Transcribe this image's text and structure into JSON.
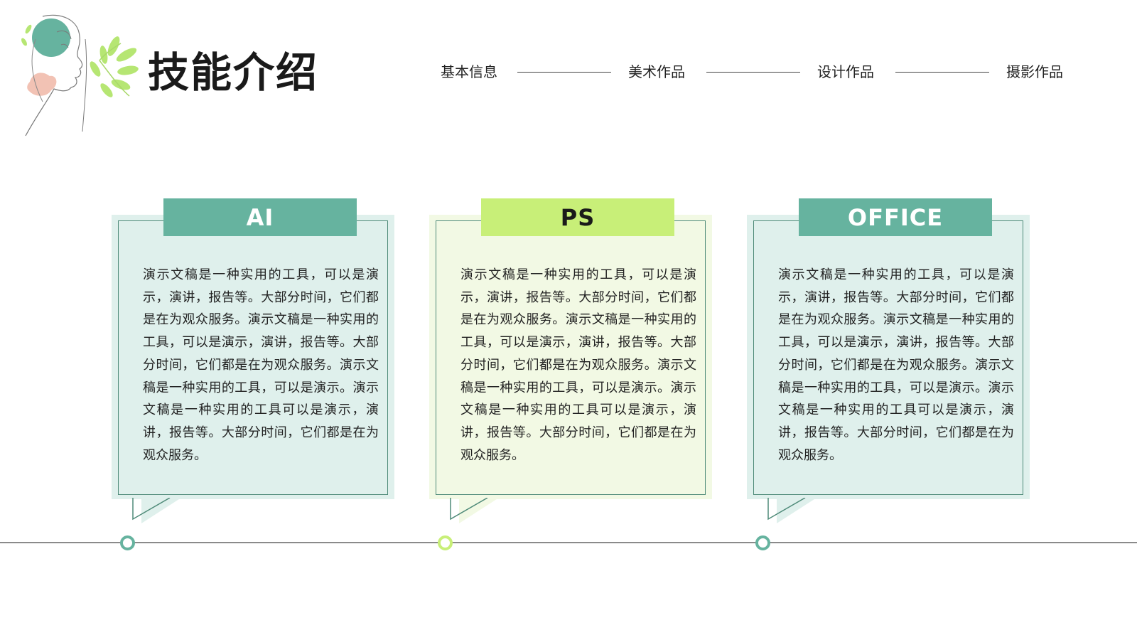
{
  "header": {
    "title": "技能介绍"
  },
  "nav": {
    "items": [
      {
        "label": "基本信息"
      },
      {
        "label": "美术作品"
      },
      {
        "label": "设计作品"
      },
      {
        "label": "摄影作品"
      }
    ]
  },
  "colors": {
    "teal": "#66b39f",
    "teal_light_bg": "#dff0ec",
    "lime": "#c8ef78",
    "lime_light_bg": "#f2f9e4",
    "dark_text": "#1a1a1a"
  },
  "cards": [
    {
      "title": "AI",
      "theme": "teal",
      "text": "演示文稿是一种实用的工具，可以是演示，演讲，报告等。大部分时间，它们都是在为观众服务。演示文稿是一种实用的工具，可以是演示，演讲，报告等。大部分时间，它们都是在为观众服务。演示文稿是一种实用的工具，可以是演示。演示文稿是一种实用的工具可以是演示，演讲，报告等。大部分时间，它们都是在为观众服务。"
    },
    {
      "title": "PS",
      "theme": "lime",
      "text": "演示文稿是一种实用的工具，可以是演示，演讲，报告等。大部分时间，它们都是在为观众服务。演示文稿是一种实用的工具，可以是演示，演讲，报告等。大部分时间，它们都是在为观众服务。演示文稿是一种实用的工具，可以是演示。演示文稿是一种实用的工具可以是演示，演讲，报告等。大部分时间，它们都是在为观众服务。"
    },
    {
      "title": "OFFICE",
      "theme": "teal",
      "text": "演示文稿是一种实用的工具，可以是演示，演讲，报告等。大部分时间，它们都是在为观众服务。演示文稿是一种实用的工具，可以是演示，演讲，报告等。大部分时间，它们都是在为观众服务。演示文稿是一种实用的工具，可以是演示。演示文稿是一种实用的工具可以是演示，演讲，报告等。大部分时间，它们都是在为观众服务。"
    }
  ],
  "timeline": {
    "dots": [
      {
        "theme": "teal"
      },
      {
        "theme": "lime"
      },
      {
        "theme": "teal"
      }
    ]
  }
}
